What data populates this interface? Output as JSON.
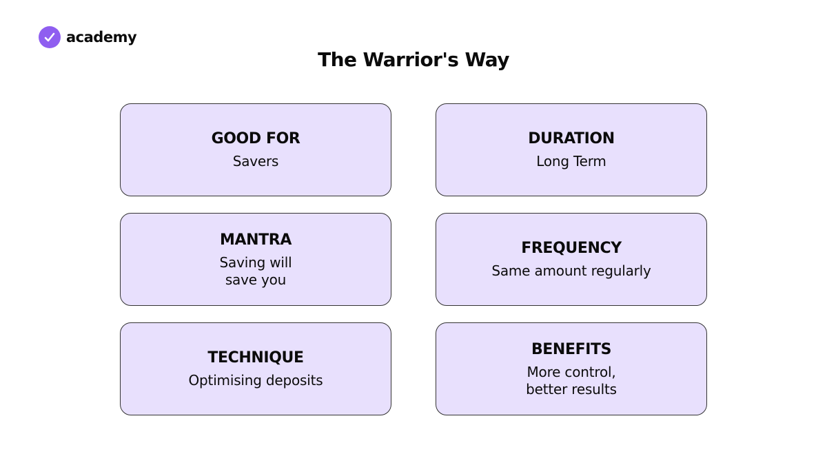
{
  "brand": {
    "name": "academy",
    "accent_color": "#8f5ef0",
    "icon": "check-icon"
  },
  "title": "The Warrior's Way",
  "card_color": "#e8e0fd",
  "cards": [
    {
      "heading": "GOOD FOR",
      "value": "Savers"
    },
    {
      "heading": "DURATION",
      "value": "Long Term"
    },
    {
      "heading": "MANTRA",
      "value": "Saving will\nsave you"
    },
    {
      "heading": "FREQUENCY",
      "value": "Same amount regularly"
    },
    {
      "heading": "TECHNIQUE",
      "value": "Optimising deposits"
    },
    {
      "heading": "BENEFITS",
      "value": "More control,\nbetter results"
    }
  ]
}
